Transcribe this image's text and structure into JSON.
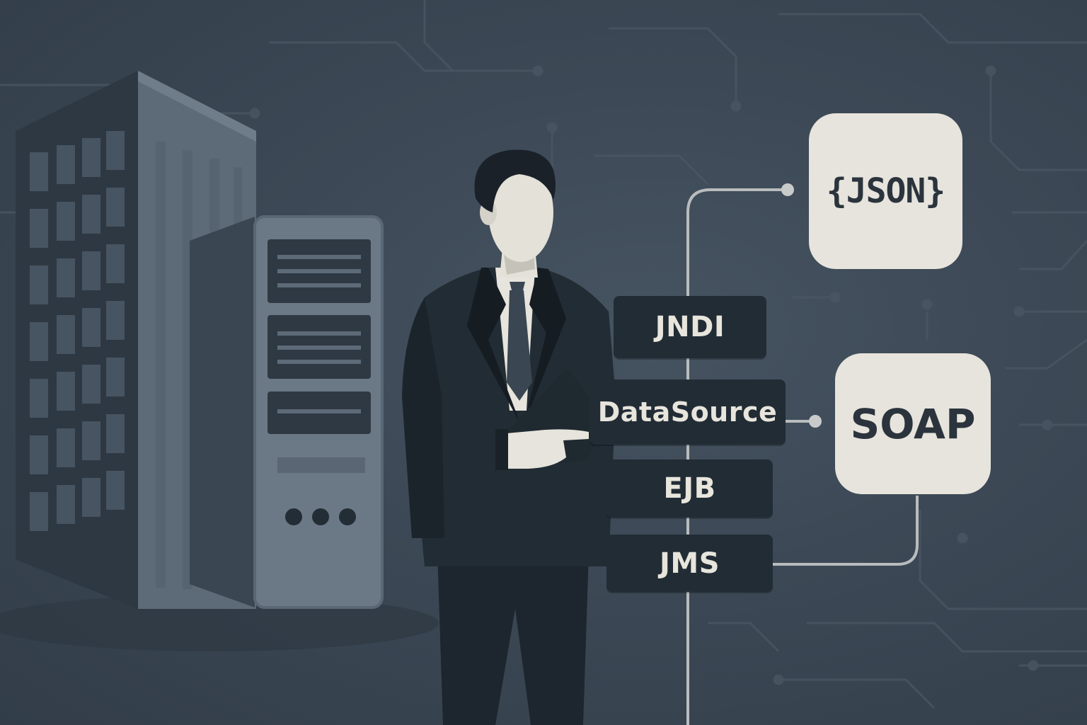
{
  "illustration": {
    "elements": [
      {
        "name": "office-building"
      },
      {
        "name": "server-tower"
      },
      {
        "name": "businessman"
      }
    ]
  },
  "api_labels": {
    "jndi": "JNDI",
    "datasource": "DataSource",
    "ejb": "EJB",
    "jms": "JMS"
  },
  "tiles": {
    "json": "{JSON}",
    "soap": "SOAP"
  },
  "colors": {
    "background": "#3c4855",
    "label_bg": "#222c35",
    "label_text": "#e7e5dc",
    "tile_bg": "#e6e4dc",
    "tile_text": "#2b343d",
    "connector": "#b9bcbd"
  }
}
